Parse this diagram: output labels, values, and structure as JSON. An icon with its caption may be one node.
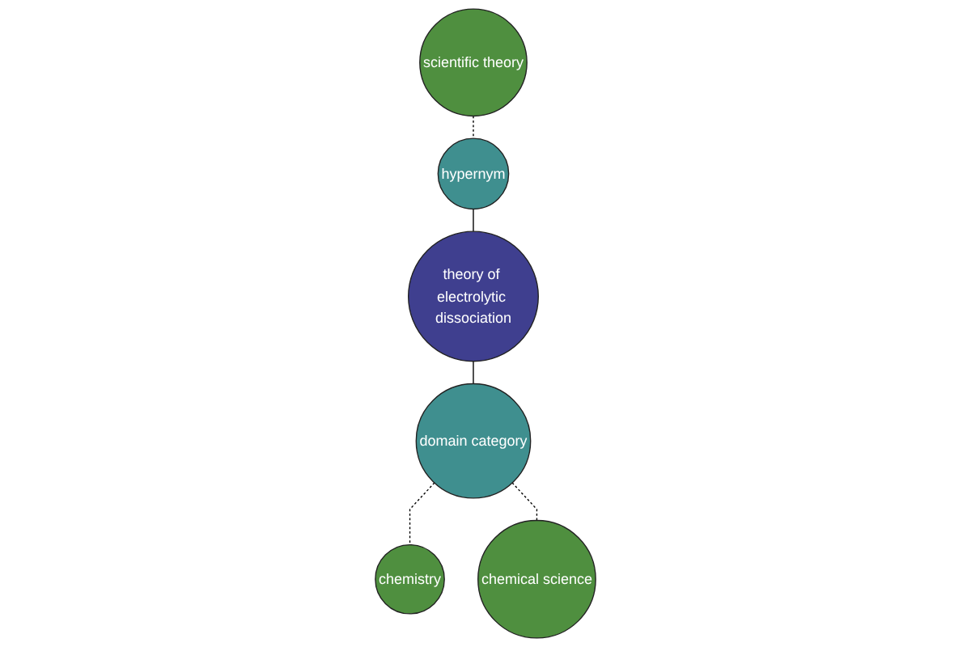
{
  "diagram": {
    "nodes": [
      {
        "text": [
          "scientific theory"
        ]
      },
      {
        "text": [
          "hypernym"
        ]
      },
      {
        "text": [
          "theory of electrolytic dissociation"
        ]
      },
      {
        "text": [
          "domain category"
        ]
      },
      {
        "text": [
          "chemical science"
        ]
      },
      {
        "text": [
          "chemistry"
        ]
      }
    ],
    "edges": [
      {
        "from": 0,
        "to": 1,
        "arrow": "none",
        "style": "dashed"
      },
      {
        "from": 1,
        "to": 2,
        "arrow": "none"
      },
      {
        "from": 2,
        "to": 3,
        "arrow": "none"
      },
      {
        "from": 3,
        "to": 5,
        "arrow": "none",
        "style": "dashed"
      },
      {
        "from": 3,
        "to": 4,
        "arrow": "none",
        "style": "dashed"
      }
    ]
  }
}
